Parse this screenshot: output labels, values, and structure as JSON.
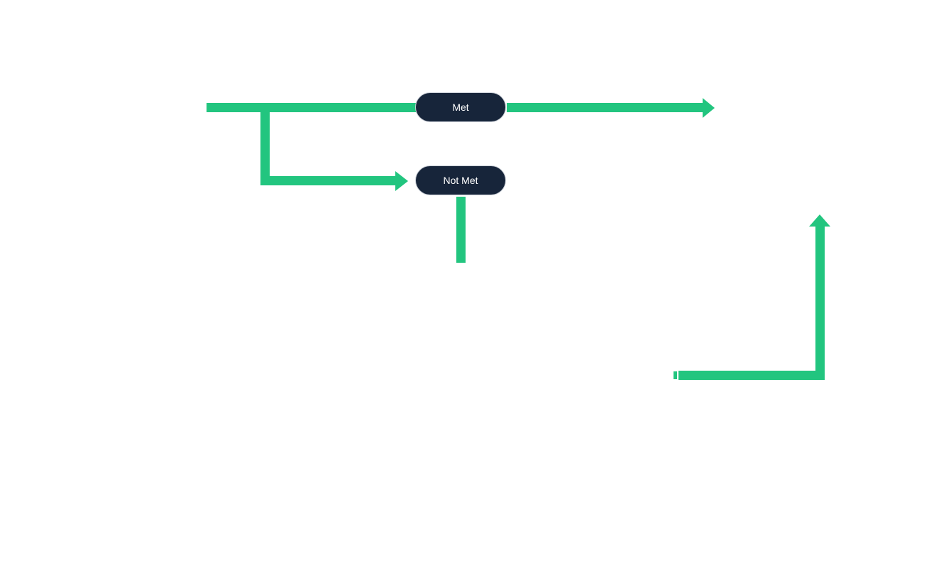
{
  "diagram": {
    "colors": {
      "connector": "#22c57f",
      "node_fill": "#17253a",
      "node_border": "#c9ced6",
      "node_text": "#ffffff",
      "background": "#ffffff"
    },
    "nodes": [
      {
        "id": "met",
        "label": "Met"
      },
      {
        "id": "not_met",
        "label": "Not Met"
      }
    ],
    "edges": [
      {
        "from": "start",
        "to": "met",
        "arrow": false
      },
      {
        "from": "met",
        "to": "outcome_right",
        "arrow": true
      },
      {
        "from": "start",
        "to": "not_met",
        "arrow": true
      },
      {
        "from": "not_met",
        "to": "down",
        "arrow": false
      },
      {
        "from": "lower_right",
        "to": "up",
        "arrow": true
      }
    ]
  }
}
